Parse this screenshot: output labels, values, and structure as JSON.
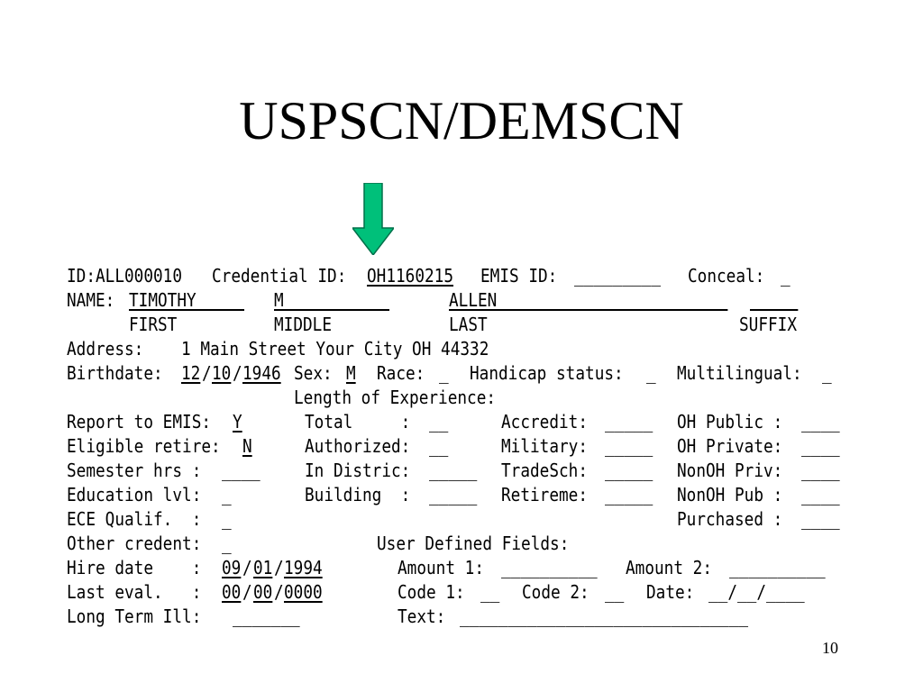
{
  "slide": {
    "title": "USPSCN/DEMSCN",
    "page_number": "10",
    "arrow_color": "#00c07a"
  },
  "form": {
    "id": "ID:ALL000010",
    "credential_label": "Credential ID:",
    "credential_value": "OH1160215",
    "emis_label": "EMIS ID:",
    "emis_value": "_________",
    "conceal_label": "Conceal:",
    "conceal_value": "_",
    "name_label": "NAME:",
    "first_value": "TIMOTHY     ",
    "middle_value": "M           ",
    "last_value": "ALLEN                        ",
    "suffix_value": "     ",
    "first_label": "FIRST",
    "middle_label": "MIDDLE",
    "last_label": "LAST",
    "suffix_label": "SUFFIX",
    "address_label": "Address:",
    "address_value": "1 Main Street Your City OH 44332",
    "birthdate_label": "Birthdate:",
    "birth_month": "12",
    "birth_day": "10",
    "birth_year": "1946",
    "slash": "/",
    "sex_label": "Sex:",
    "sex_value": "M",
    "race_label": "Race:",
    "race_value": "_",
    "handicap_label": "Handicap status:",
    "handicap_value": "_",
    "multilingual_label": "Multilingual:",
    "multilingual_value": "_",
    "length_heading": "Length of Experience:",
    "report_label": "Report to EMIS:",
    "report_value": "Y",
    "eligible_label": "Eligible retire:",
    "eligible_value": "N",
    "semester_label": "Semester hrs :",
    "semester_value": "____",
    "education_label": "Education lvl:",
    "education_value": "_",
    "ece_label": "ECE Qualif.  :",
    "ece_value": "_",
    "other_label": "Other credent:",
    "other_value": "_",
    "total_label": "Total     :",
    "total_value": "__",
    "authorized_label": "Authorized:",
    "authorized_value": "__",
    "in_distric_label": "In Distric:",
    "in_distric_value": "_____",
    "building_label": "Building  :",
    "building_value": "_____",
    "accredit_label": "Accredit:",
    "accredit_value": "_____",
    "military_label": "Military:",
    "military_value": "_____",
    "tradesch_label": "TradeSch:",
    "tradesch_value": "_____",
    "retireme_label": "Retireme:",
    "retireme_value": "_____",
    "oh_public_label": "OH Public :",
    "oh_public_value": "____",
    "oh_private_label": "OH Private:",
    "oh_private_value": "____",
    "nonoh_priv_label": "NonOH Priv:",
    "nonoh_priv_value": "____",
    "nonoh_pub_label": "NonOH Pub :",
    "nonoh_pub_value": "____",
    "purchased_label": "Purchased :",
    "purchased_value": "____",
    "user_defined_heading": "User Defined Fields:",
    "hire_label": "Hire date    :",
    "hire_month": "09",
    "hire_day": "01",
    "hire_year": "1994",
    "last_eval_label": "Last eval.   :",
    "eval_month": "00",
    "eval_day": "00",
    "eval_year": "0000",
    "long_term_label": "Long Term Ill:",
    "long_term_value": "_______",
    "amount1_label": "Amount 1:",
    "amount1_value": "__________",
    "amount2_label": "Amount 2:",
    "amount2_value": "__________",
    "code1_label": "Code 1:",
    "code1_value": "__",
    "code2_label": "Code 2:",
    "code2_value": "__",
    "date_label": "Date:",
    "date_value": "__/__/____",
    "text_label": "Text:",
    "text_value": "______________________________"
  }
}
